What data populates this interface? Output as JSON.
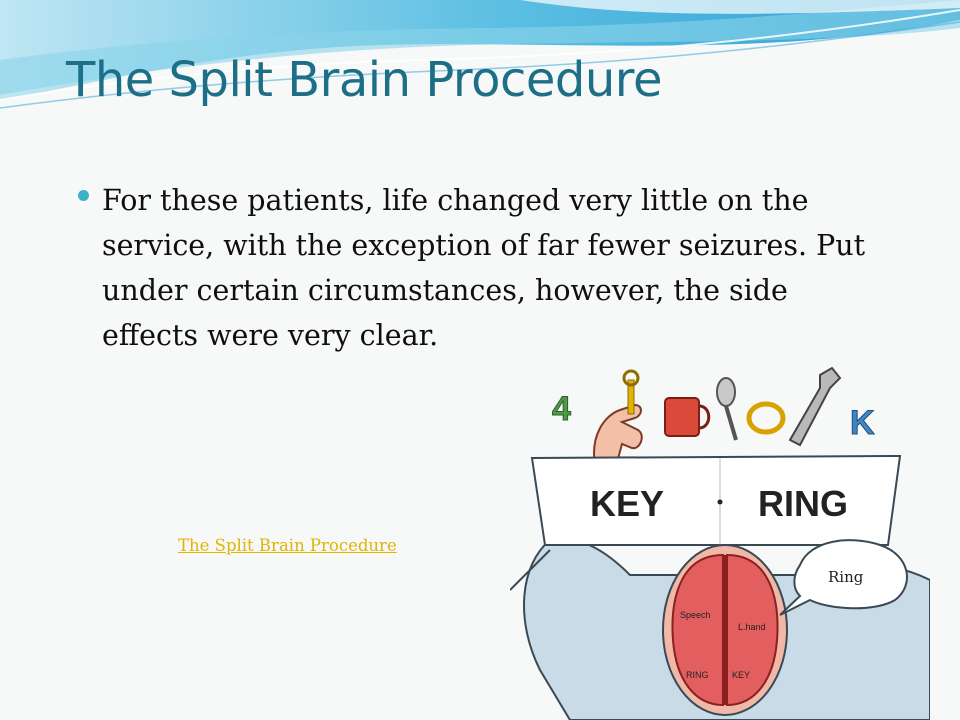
{
  "slide": {
    "title": "The Split Brain Procedure",
    "bullet": "For these patients, life changed very little on the service, with the exception of far fewer seizures. Put under certain circumstances, however, the side effects were very clear.",
    "link_text": "The Split Brain Procedure"
  },
  "illustration": {
    "screen_left_word": "KEY",
    "screen_right_word": "RING",
    "speech_bubble": "Ring",
    "left_hemisphere_label": "Speech",
    "right_hemisphere_label": "L.hand",
    "left_bottom_label": "RING",
    "right_bottom_label": "KEY",
    "object_letter_left": "4",
    "object_letter_right": "K",
    "icons": [
      "hand-holding-key-icon",
      "cup-icon",
      "spoon-icon",
      "ring-icon",
      "wrench-icon"
    ]
  },
  "colors": {
    "title": "#1c6f86",
    "bullet": "#3bb3c7",
    "link": "#e0b400",
    "wave_blue": "#3aa8d8",
    "brain": "#e35f5f"
  }
}
